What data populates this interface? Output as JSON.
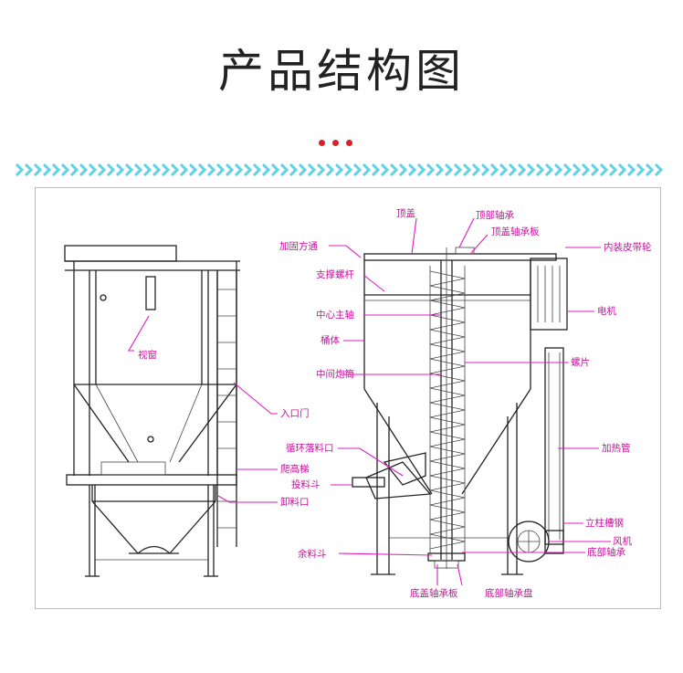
{
  "title": "产品结构图",
  "accent_color": "#d8202a",
  "chevron_color": "#5ed2e6",
  "label_color": "#c8109d",
  "labels": {
    "left_machine": {
      "sight_glass": "视窗",
      "access_door": "入口门",
      "ladder": "爬高梯",
      "discharge": "卸料口"
    },
    "right_machine": {
      "top_cover": "顶盖",
      "top_bearing": "顶部轴承",
      "top_bearing_plate": "顶盖轴承板",
      "square_pipe": "加固方通",
      "belt_pulley": "内装皮带轮",
      "support_rod": "支撑螺杆",
      "motor": "电机",
      "center_shaft": "中心主轴",
      "barrel": "桶体",
      "screw_blade": "螺片",
      "middle_tube": "中间炮筒",
      "feed_outlet": "循环落料口",
      "heating_tube": "加热管",
      "feed_hopper": "投料斗",
      "column_steel": "立柱槽钢",
      "fan": "风机",
      "bottom_bearing": "底部轴承",
      "residue_hopper": "余料斗",
      "bottom_cover_plate": "底盖轴承板",
      "bottom_bearing_disc": "底部轴承盘"
    }
  }
}
